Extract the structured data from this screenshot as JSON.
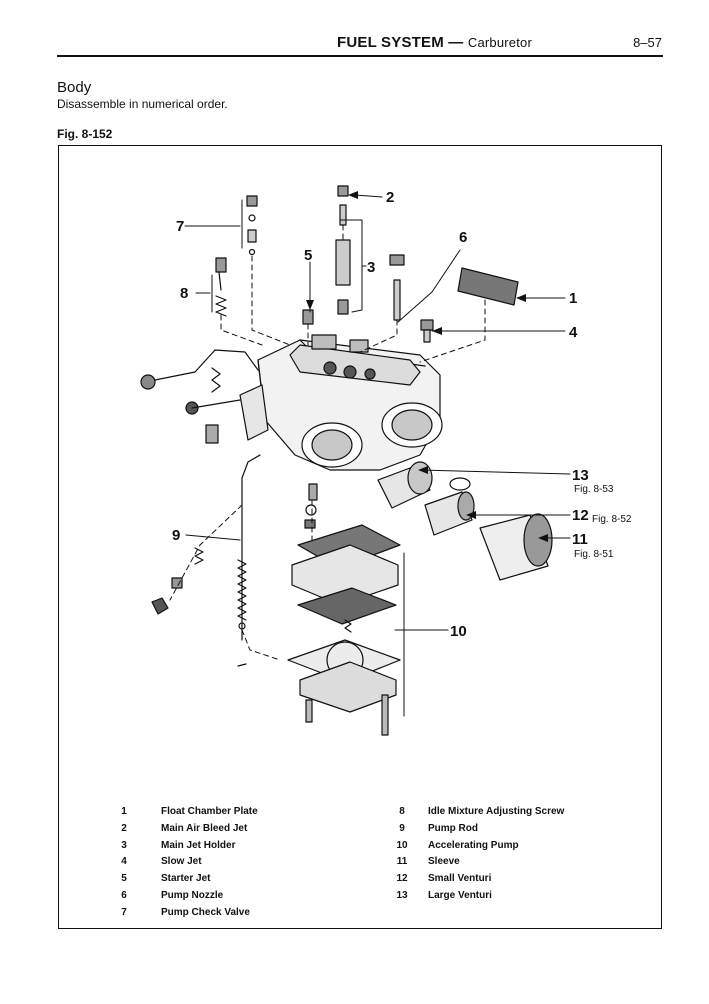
{
  "header": {
    "title": "FUEL SYSTEM",
    "dash": "—",
    "subtitle": "Carburetor",
    "page": "8–57"
  },
  "section": {
    "title": "Body",
    "instruction": "Disassemble in numerical order."
  },
  "figure": {
    "label": "Fig. 8-152",
    "callouts": [
      "1",
      "2",
      "3",
      "4",
      "5",
      "6",
      "7",
      "8",
      "9",
      "10",
      "11",
      "12",
      "13"
    ],
    "refs": {
      "r11": "Fig. 8-51",
      "r12": "Fig. 8-52",
      "r13": "Fig. 8-53"
    }
  },
  "legend": {
    "left": [
      {
        "num": "1",
        "name": "Float Chamber Plate"
      },
      {
        "num": "2",
        "name": "Main Air Bleed Jet"
      },
      {
        "num": "3",
        "name": "Main Jet Holder"
      },
      {
        "num": "4",
        "name": "Slow Jet"
      },
      {
        "num": "5",
        "name": "Starter Jet"
      },
      {
        "num": "6",
        "name": "Pump Nozzle"
      },
      {
        "num": "7",
        "name": "Pump Check Valve"
      }
    ],
    "right": [
      {
        "num": "8",
        "name": "Idle Mixture Adjusting Screw"
      },
      {
        "num": "9",
        "name": "Pump Rod"
      },
      {
        "num": "10",
        "name": "Accelerating Pump"
      },
      {
        "num": "11",
        "name": "Sleeve"
      },
      {
        "num": "12",
        "name": "Small Venturi"
      },
      {
        "num": "13",
        "name": "Large Venturi"
      }
    ]
  }
}
